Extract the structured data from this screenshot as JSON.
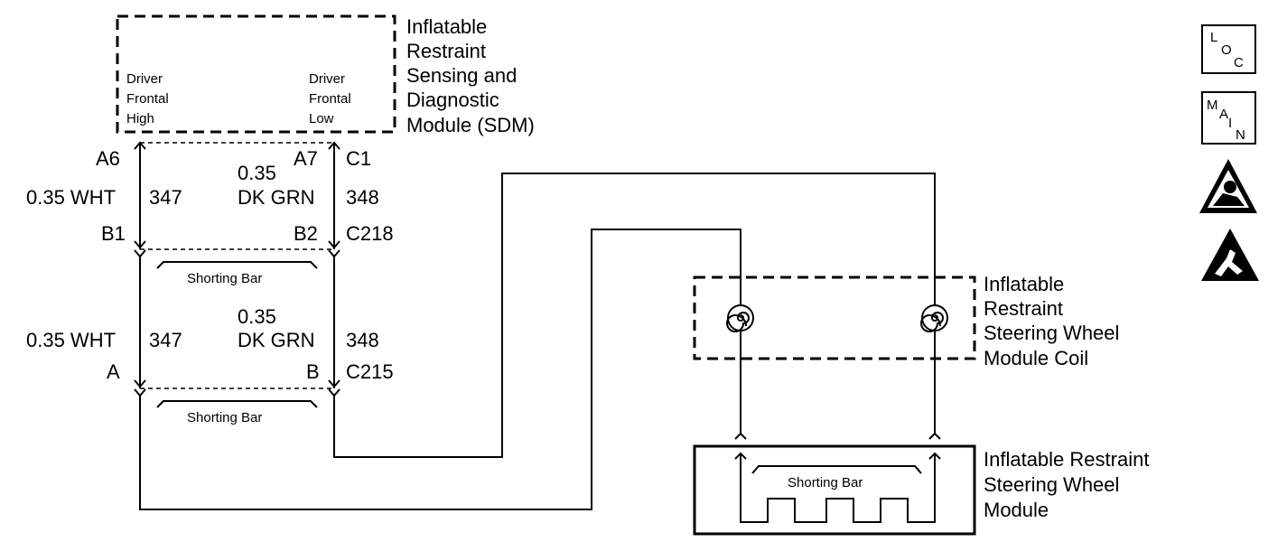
{
  "sdm": {
    "title_lines": [
      "Inflatable",
      "Restraint",
      "Sensing and",
      "Diagnostic",
      "Module (SDM)"
    ],
    "high_label": [
      "Driver",
      "Frontal",
      "High"
    ],
    "low_label": [
      "Driver",
      "Frontal",
      "Low"
    ]
  },
  "connector_c1": {
    "pin_left": "A6",
    "pin_right": "A7",
    "name": "C1"
  },
  "wire_upper": {
    "left_size_color": "0.35 WHT",
    "left_circuit": "347",
    "right_size": "0.35",
    "right_color": "DK GRN",
    "right_circuit": "348"
  },
  "connector_c218": {
    "pin_left": "B1",
    "pin_right": "B2",
    "name": "C218",
    "shorting_bar": "Shorting Bar"
  },
  "wire_lower": {
    "left_size_color": "0.35 WHT",
    "left_circuit": "347",
    "right_size": "0.35",
    "right_color": "DK GRN",
    "right_circuit": "348"
  },
  "connector_c215": {
    "pin_left": "A",
    "pin_right": "B",
    "name": "C215",
    "shorting_bar": "Shorting Bar"
  },
  "coil": {
    "title_lines": [
      "Inflatable",
      "Restraint",
      "Steering Wheel",
      "Module Coil"
    ]
  },
  "module": {
    "title_lines": [
      "Inflatable Restraint",
      "Steering Wheel",
      "Module"
    ],
    "shorting_bar": "Shorting Bar"
  },
  "side_icons": {
    "loc": [
      "L",
      "O",
      "C"
    ],
    "main": [
      "M",
      "A",
      "I",
      "N"
    ],
    "icons": [
      "airbag-warning-icon",
      "esd-warning-icon"
    ]
  }
}
